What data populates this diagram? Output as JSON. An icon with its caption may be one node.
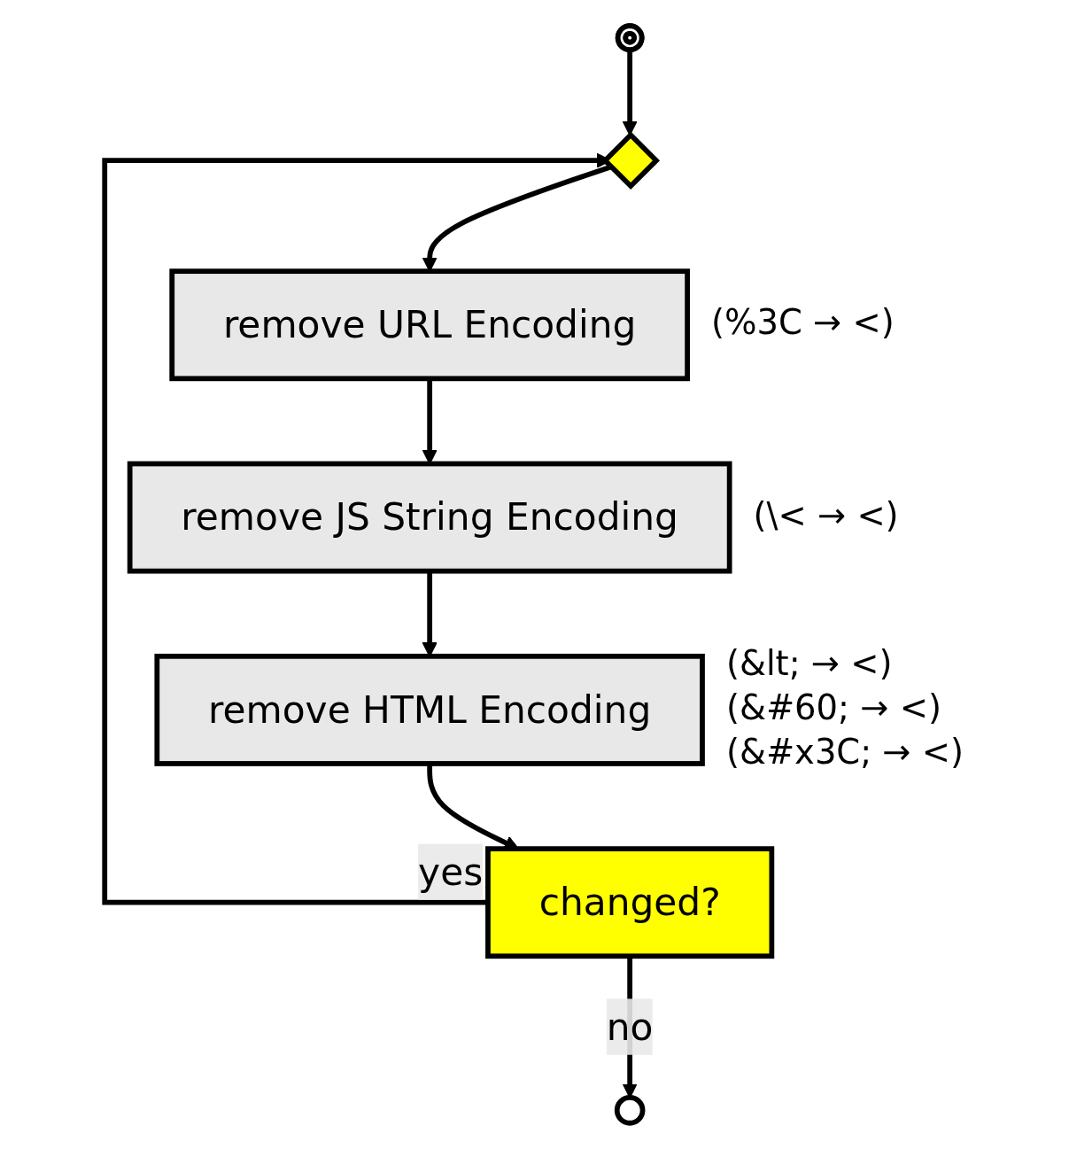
{
  "diagram": {
    "nodes": [
      {
        "text": [],
        "shape": "circle"
      },
      {
        "text": [],
        "shape": "diamond"
      },
      {
        "text": [
          "remove URL Encoding"
        ],
        "beside": [
          "(%3C → <)"
        ]
      },
      {
        "text": [
          "remove JS String Encoding"
        ],
        "beside": [
          "(\\< → <)"
        ]
      },
      {
        "text": [
          "remove HTML Encoding"
        ],
        "beside": [
          "(&lt; → <)",
          "(&#60; → <)",
          "(&#x3C; → <)"
        ]
      },
      {
        "text": [
          "changed?"
        ]
      },
      {
        "text": [],
        "shape": "circle"
      }
    ],
    "edges": [
      {
        "from": 0,
        "to": 1,
        "arrow": "to"
      },
      {
        "from": 1,
        "to": 2,
        "arrow": "to"
      },
      {
        "from": 2,
        "to": 3,
        "arrow": "to"
      },
      {
        "from": 3,
        "to": 4,
        "arrow": "to"
      },
      {
        "from": 4,
        "to": 5,
        "arrow": "to"
      },
      {
        "from": 5,
        "to": 1,
        "arrow": "to",
        "label": "yes"
      },
      {
        "from": 5,
        "to": 6,
        "arrow": "to",
        "label": "no"
      }
    ]
  }
}
